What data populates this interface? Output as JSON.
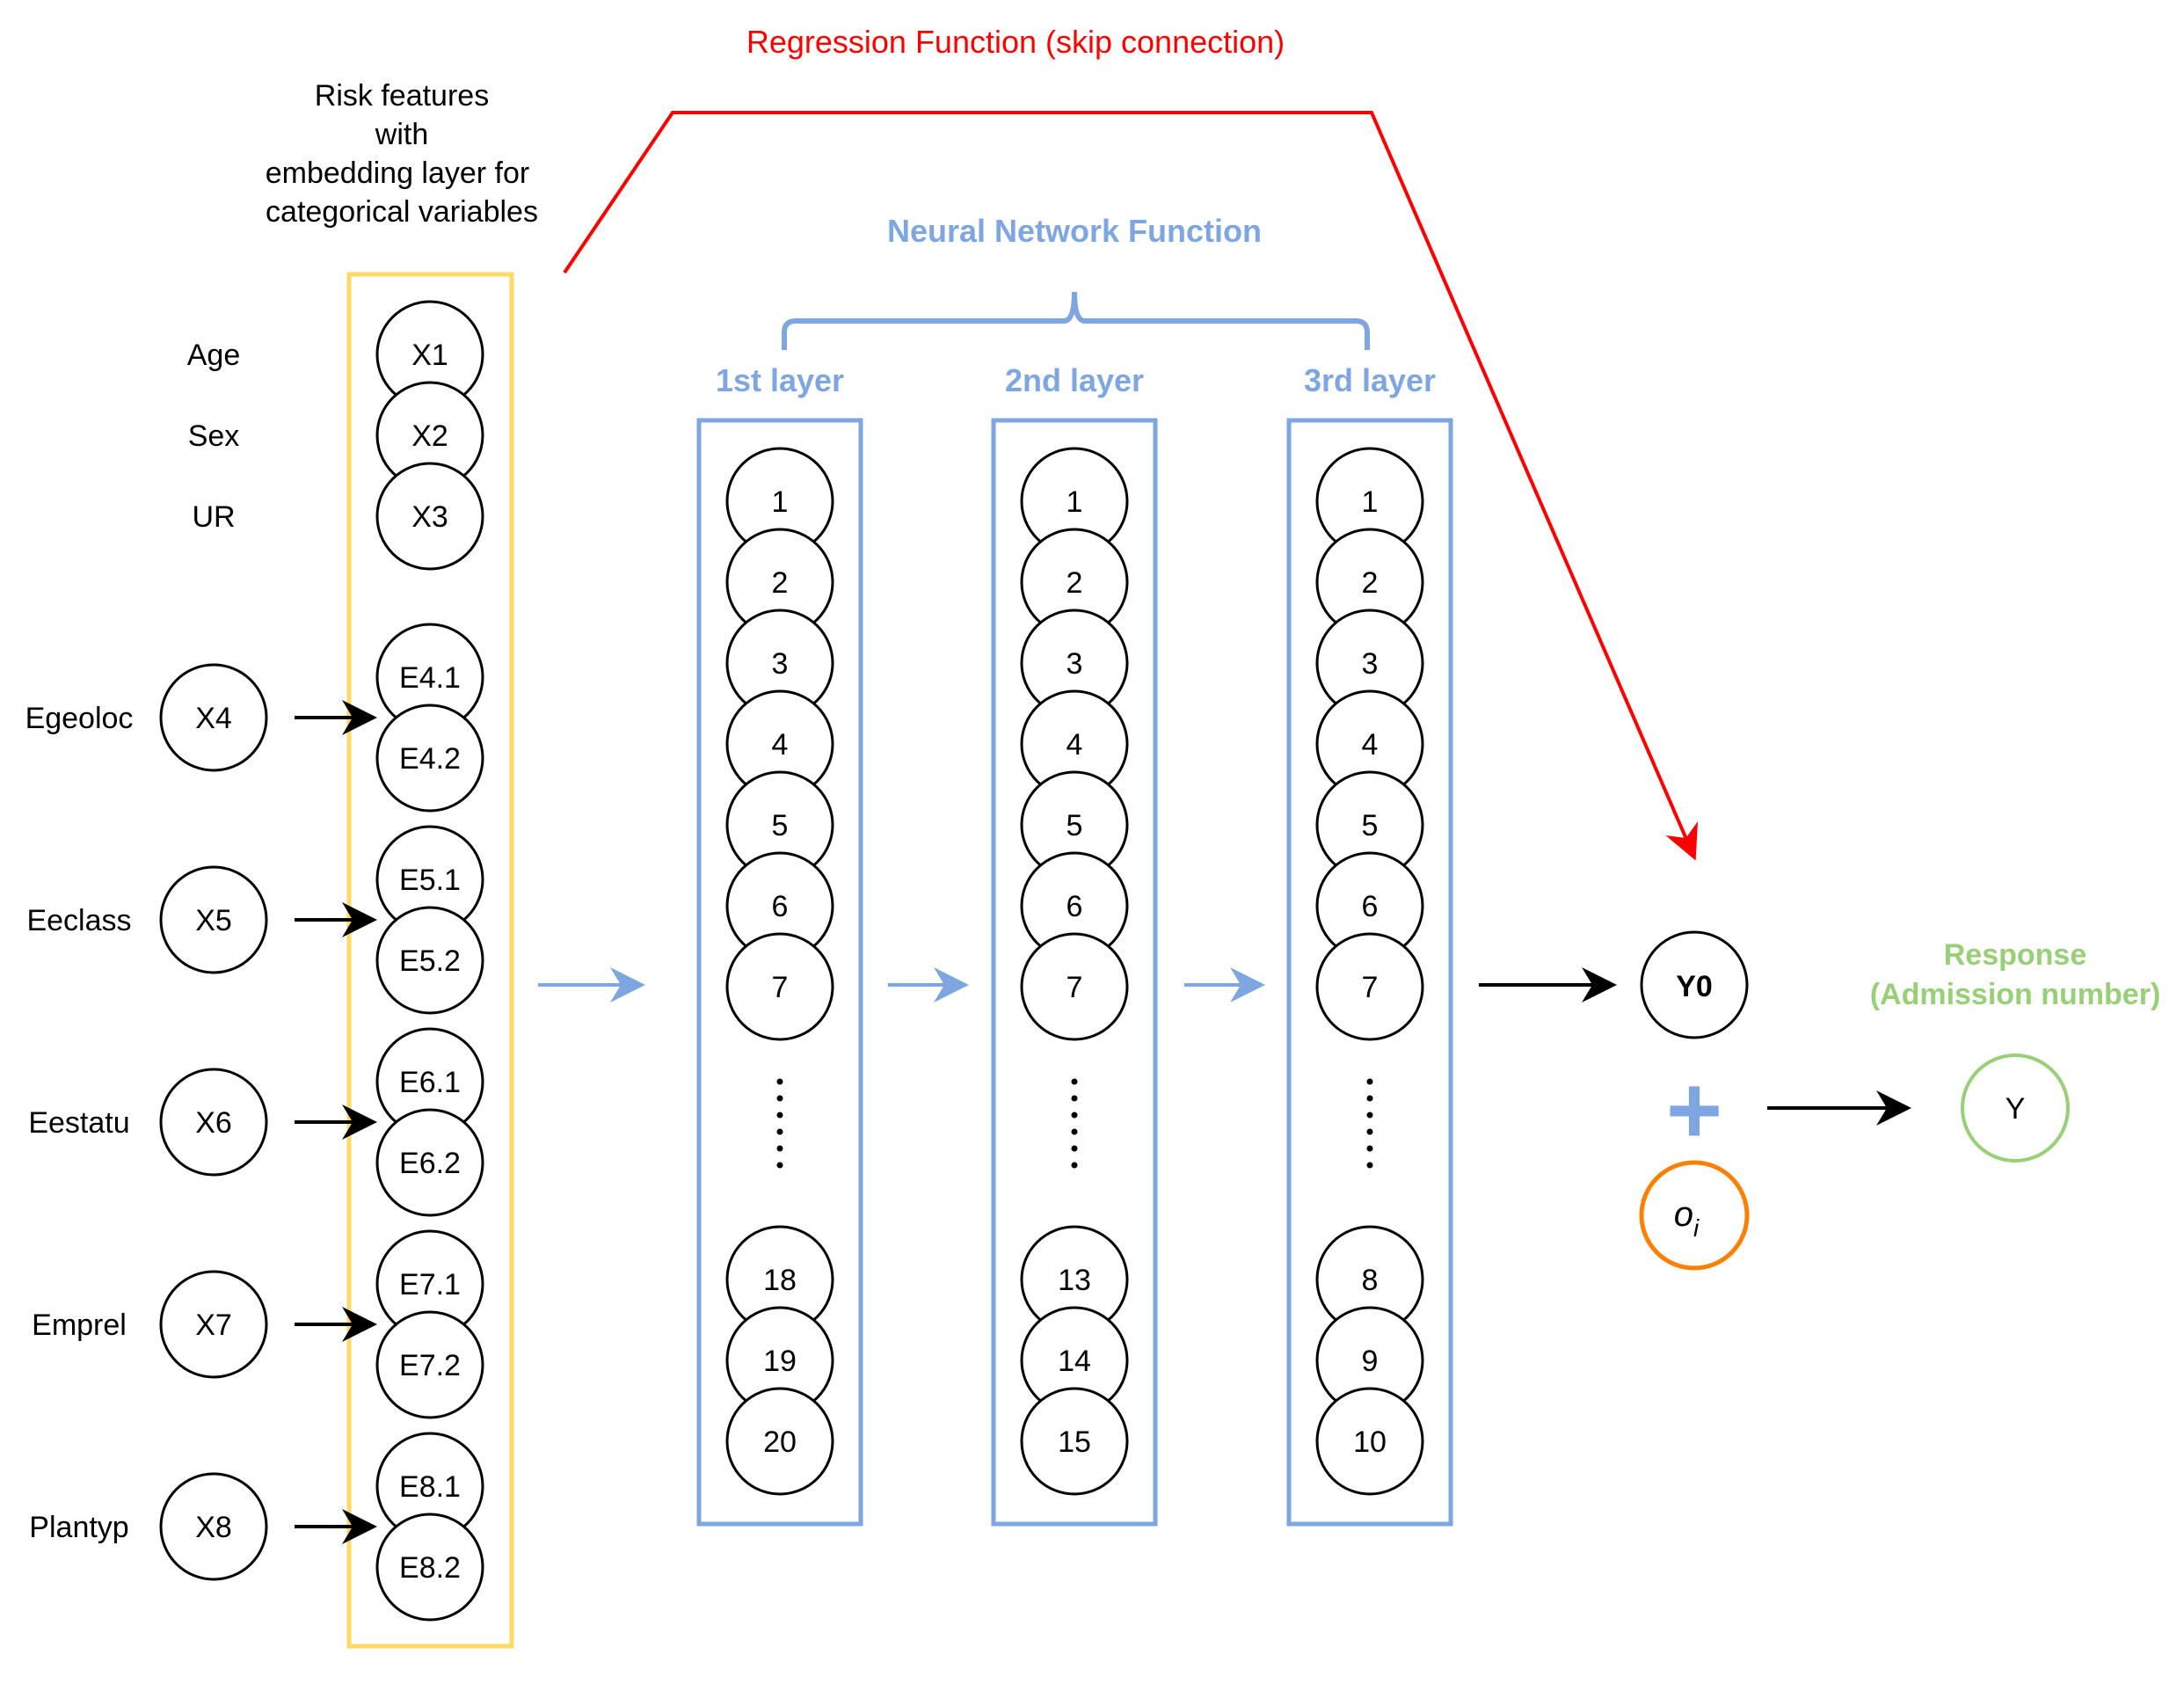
{
  "colors": {
    "red": "#ff0000",
    "blue": "#7ea6e0",
    "yellow": "#ffd966",
    "green": "#97d077",
    "orange": "#ff8000",
    "black": "#000000"
  },
  "skip_connection": {
    "label": "Regression Function (skip connection)"
  },
  "input_panel": {
    "heading": [
      "Risk features",
      "with",
      "embedding layer for",
      "categorical variables"
    ],
    "continuous": [
      {
        "label": "Age",
        "node": "X1"
      },
      {
        "label": "Sex",
        "node": "X2"
      },
      {
        "label": "UR",
        "node": "X3"
      }
    ],
    "categorical": [
      {
        "label": "Egeoloc",
        "node": "X4",
        "embeddings": [
          "E4.1",
          "E4.2"
        ]
      },
      {
        "label": "Eeclass",
        "node": "X5",
        "embeddings": [
          "E5.1",
          "E5.2"
        ]
      },
      {
        "label": "Eestatu",
        "node": "X6",
        "embeddings": [
          "E6.1",
          "E6.2"
        ]
      },
      {
        "label": "Emprel",
        "node": "X7",
        "embeddings": [
          "E7.1",
          "E7.2"
        ]
      },
      {
        "label": "Plantyp",
        "node": "X8",
        "embeddings": [
          "E8.1",
          "E8.2"
        ]
      }
    ]
  },
  "neural_network": {
    "label": "Neural Network Function",
    "layers": [
      {
        "label": "1st layer",
        "top_nodes": [
          "1",
          "2",
          "3",
          "4",
          "5",
          "6",
          "7"
        ],
        "bottom_nodes": [
          "18",
          "19",
          "20"
        ]
      },
      {
        "label": "2nd layer",
        "top_nodes": [
          "1",
          "2",
          "3",
          "4",
          "5",
          "6",
          "7"
        ],
        "bottom_nodes": [
          "13",
          "14",
          "15"
        ]
      },
      {
        "label": "3rd layer",
        "top_nodes": [
          "1",
          "2",
          "3",
          "4",
          "5",
          "6",
          "7"
        ],
        "bottom_nodes": [
          "8",
          "9",
          "10"
        ]
      }
    ]
  },
  "output": {
    "y0_node": "Y0",
    "plus_symbol": "+",
    "offset_symbol": "o",
    "offset_subscript": "i",
    "response_label": [
      "Response",
      "(Admission number)"
    ],
    "y_node": "Y"
  }
}
